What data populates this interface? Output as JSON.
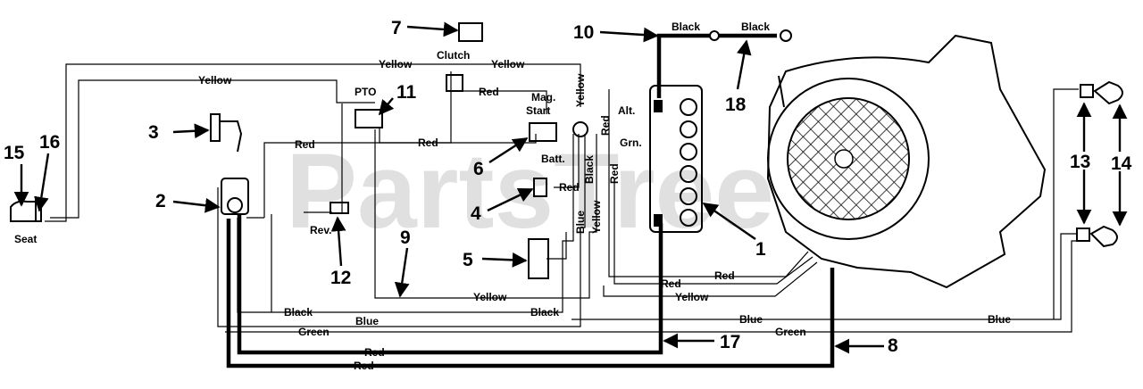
{
  "watermark": "PartsTree",
  "wire_labels": {
    "yellow_top_left": "Yellow",
    "yellow_top_center": "Yellow",
    "clutch": "Clutch",
    "yellow_top_right": "Yellow",
    "pto": "PTO",
    "red_clutch": "Red",
    "mag": "Mag.",
    "start": "Start",
    "yellow_vertical": "Yellow",
    "red_vertical": "Red",
    "alt": "Alt.",
    "red_left": "Red",
    "red_center": "Red",
    "grn": "Grn.",
    "batt": "Batt.",
    "black_vertical": "Black",
    "red_vertical2": "Red",
    "red_4": "Red",
    "blue_vertical": "Blue",
    "yellow_vertical2": "Yellow",
    "seat": "Seat",
    "rev": "Rev.",
    "red_bottom_right": "Red",
    "red_bottom_right2": "Red",
    "yellow_bottom": "Yellow",
    "yellow_bottom_right": "Yellow",
    "black_left": "Black",
    "blue_left": "Blue",
    "black_center": "Black",
    "blue_right_mid": "Blue",
    "blue_far_right": "Blue",
    "green_left": "Green",
    "green_right": "Green",
    "red_thick1": "Red",
    "red_thick2": "Red",
    "black_cable1": "Black",
    "black_cable2": "Black"
  },
  "callouts": {
    "n1": "1",
    "n2": "2",
    "n3": "3",
    "n4": "4",
    "n5": "5",
    "n6": "6",
    "n7": "7",
    "n8": "8",
    "n9": "9",
    "n10": "10",
    "n11": "11",
    "n12": "12",
    "n13": "13",
    "n14": "14",
    "n15": "15",
    "n16": "16",
    "n17": "17",
    "n18": "18"
  }
}
